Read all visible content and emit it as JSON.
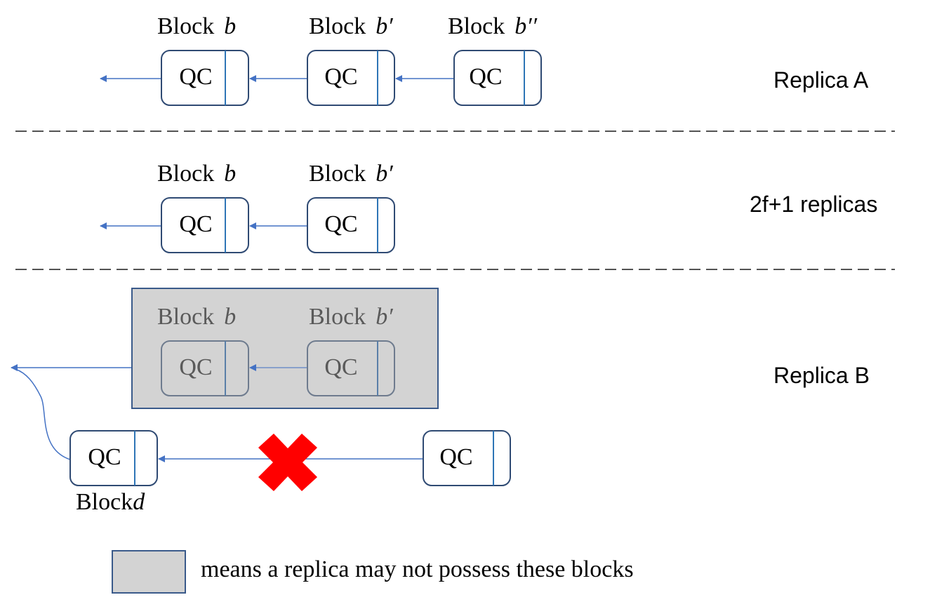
{
  "labels": {
    "block_word": "Block",
    "b": "b",
    "b_prime": "b′",
    "b_double_prime": "b′′",
    "d": "d",
    "qc": "QC"
  },
  "rows": {
    "replica_a": "Replica A",
    "majority": "2f+1 replicas",
    "replica_b": "Replica B"
  },
  "legend": {
    "text": "means a replica may not possess these blocks"
  },
  "colors": {
    "block_border": "#2f4a73",
    "block_divider": "#2e75b6",
    "arrow": "#4472c4",
    "dashed_line": "#1a1a1a",
    "shaded_fill": "#d3d3d3",
    "shaded_border": "#3a5a8a",
    "faded_block_border": "#6e7b8e",
    "faded_text": "#5a5a5a",
    "cross": "#ff0000"
  },
  "icons": {
    "cross": "red-x-cross-icon"
  }
}
